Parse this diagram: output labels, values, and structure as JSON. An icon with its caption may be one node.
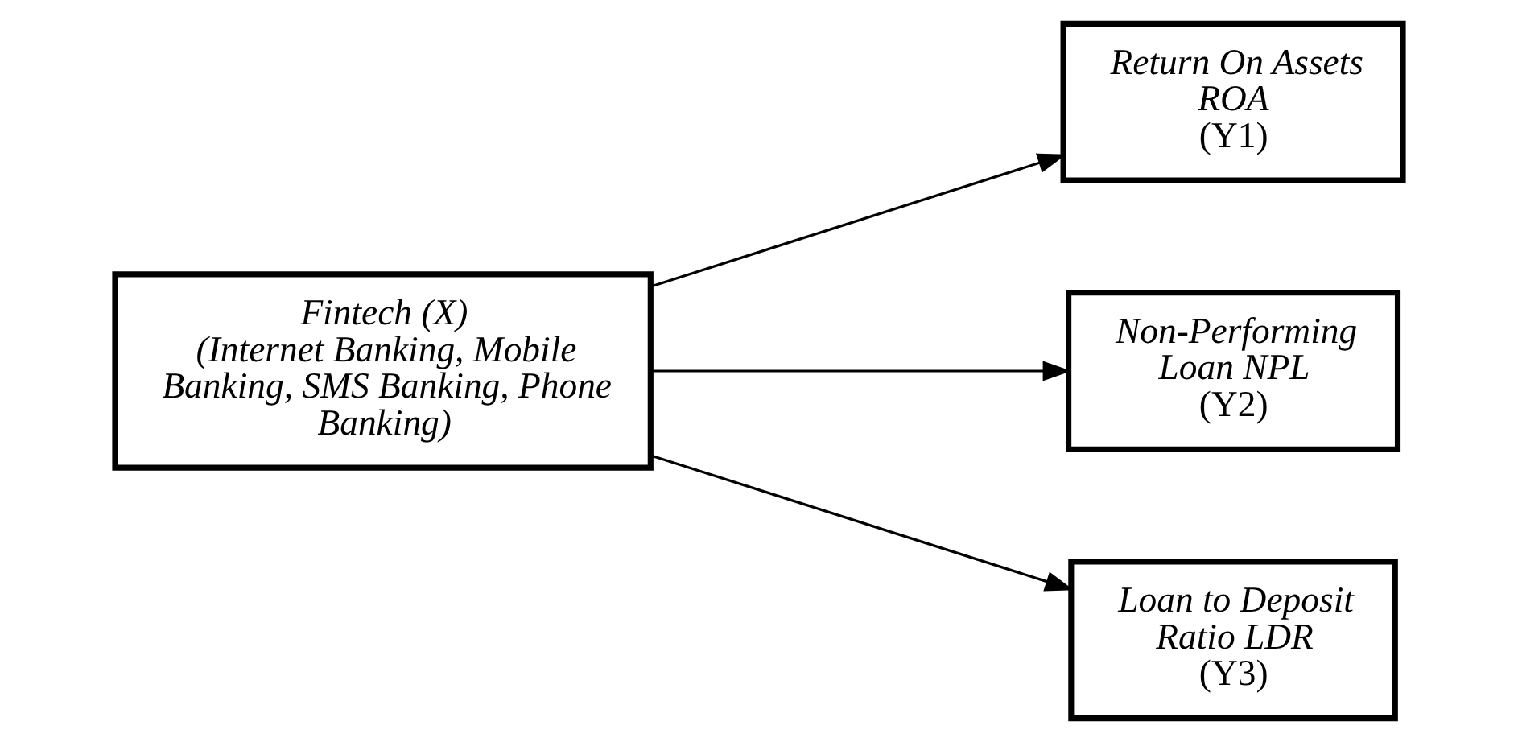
{
  "diagram": {
    "nodes": [
      {
        "text": [
          "Fintech (X)",
          "(Internet Banking, Mobile Banking, SMS Banking, Phone Banking)"
        ]
      },
      {
        "text": [
          "Return On Assets ROA",
          "(Y1)"
        ]
      },
      {
        "text": [
          "Non-Performing Loan NPL",
          "(Y2)"
        ]
      },
      {
        "text": [
          "Loan to Deposit Ratio LDR",
          "(Y3)"
        ]
      }
    ],
    "edges": [
      {
        "from": 0,
        "to": 1,
        "arrow": "to"
      },
      {
        "from": 0,
        "to": 2,
        "arrow": "to"
      },
      {
        "from": 0,
        "to": 3,
        "arrow": "to"
      }
    ]
  }
}
